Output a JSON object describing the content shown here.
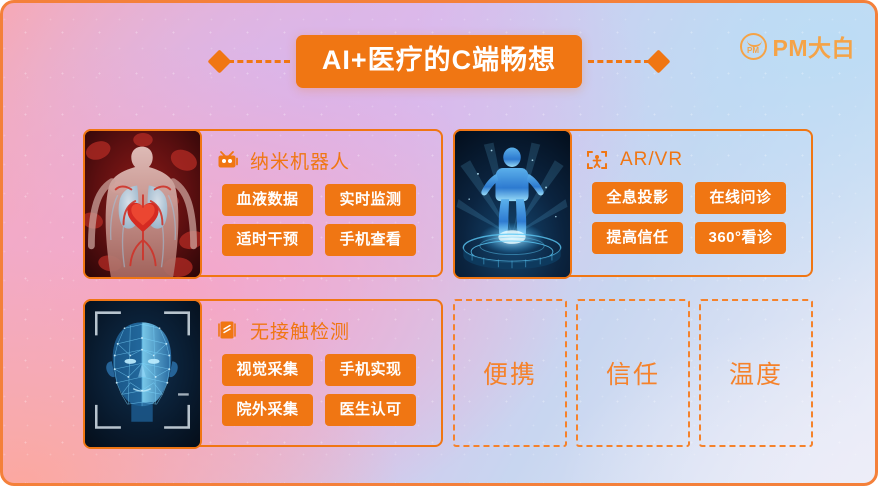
{
  "header": {
    "title": "AI+医疗的C端畅想",
    "left_diamond_icon": "diamond-icon",
    "right_diamond_icon": "diamond-icon"
  },
  "brand": {
    "badge_text": "PM",
    "name": "PM大白",
    "color": "#F5A347"
  },
  "theme": {
    "accent": "#F07613",
    "accent_soft": "#F5822B",
    "frame_border": "#F4803A",
    "tag_text": "#FFFFFF"
  },
  "cards": [
    {
      "id": "nano-robot",
      "title": "纳米机器人",
      "icon": "robot-tv-icon",
      "thumb": "anatomy-circulatory-image",
      "tags": [
        "血液数据",
        "实时监测",
        "适时干预",
        "手机查看"
      ]
    },
    {
      "id": "ar-vr",
      "title": "AR/VR",
      "icon": "person-scan-frame-icon",
      "thumb": "hologram-figure-image",
      "tags": [
        "全息投影",
        "在线问诊",
        "提高信任",
        "360°看诊"
      ]
    },
    {
      "id": "contactless-detection",
      "title": "无接触检测",
      "icon": "notepad-icon",
      "thumb": "face-scan-wireframe-image",
      "tags": [
        "视觉采集",
        "手机实现",
        "院外采集",
        "医生认可"
      ]
    }
  ],
  "value_boxes": [
    {
      "label": "便携"
    },
    {
      "label": "信任"
    },
    {
      "label": "温度"
    }
  ]
}
